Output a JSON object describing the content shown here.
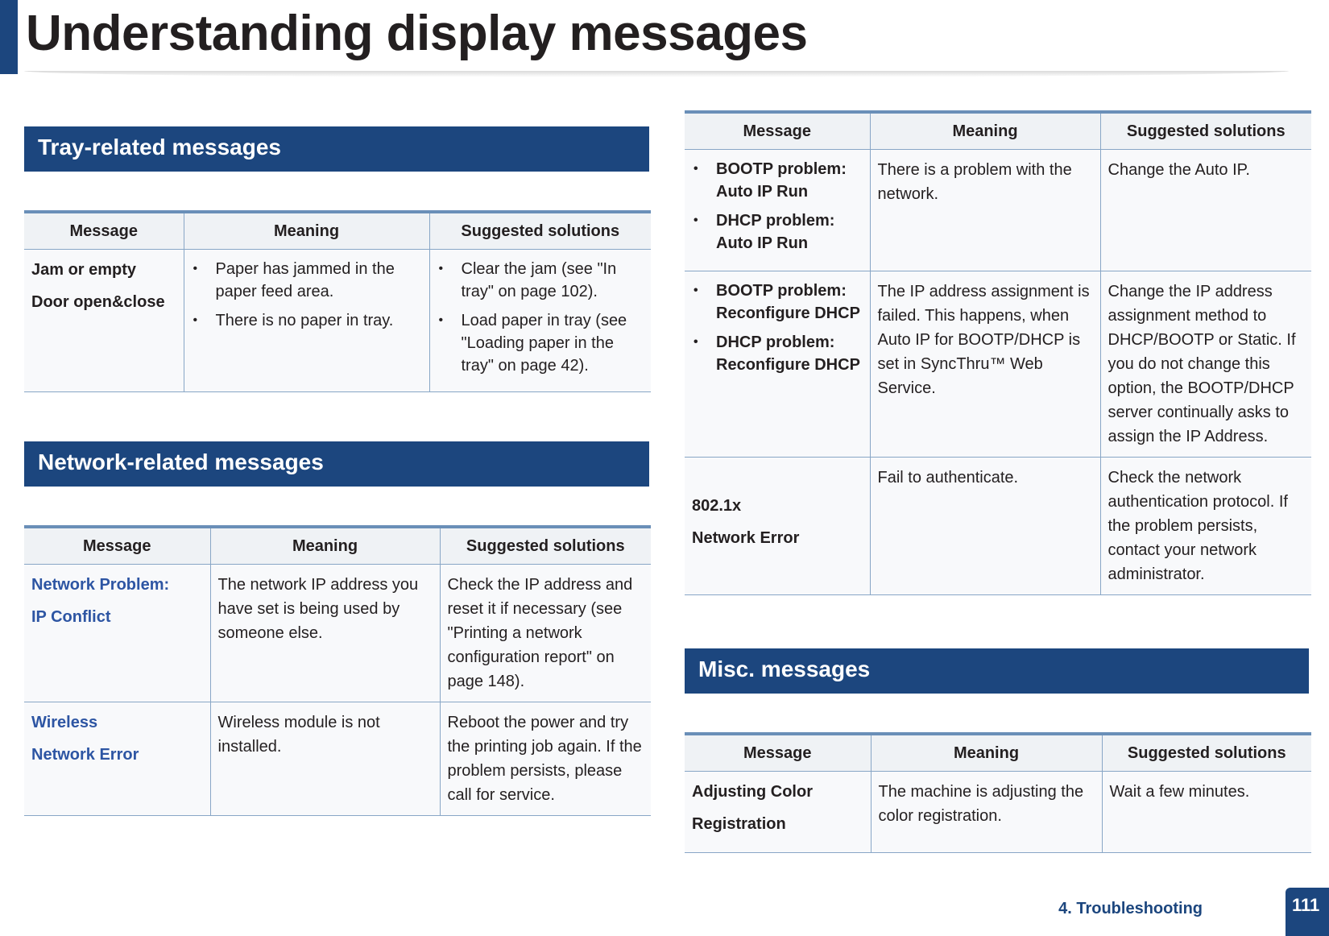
{
  "page": {
    "title": "Understanding display messages",
    "footer": {
      "chapter": "4. Troubleshooting",
      "page_number": "111"
    }
  },
  "colors": {
    "brand_blue": "#1c467e",
    "table_rule": "#6a8fb8",
    "link_blue": "#2d55a3"
  },
  "tray": {
    "heading": "Tray-related messages",
    "headers": [
      "Message",
      "Meaning",
      "Suggested solutions"
    ],
    "rows": [
      {
        "message": [
          "Jam or empty",
          "Door open&close"
        ],
        "meaning": [
          "Paper has jammed in the paper feed area.",
          "There is no paper in tray."
        ],
        "solutions": [
          "Clear the jam (see \"In tray\" on page 102).",
          "Load paper in tray (see \"Loading paper in the tray\" on page 42)."
        ]
      }
    ]
  },
  "network": {
    "heading": "Network-related messages",
    "headers": [
      "Message",
      "Meaning",
      "Suggested solutions"
    ],
    "rows": [
      {
        "message": [
          "Network Problem:",
          "IP Conflict"
        ],
        "meaning": "The network IP address you have set is being used by someone else.",
        "solution": "Check the IP address and reset it if necessary (see \"Printing a network configuration report\" on page 148)."
      },
      {
        "message": [
          "Wireless",
          "Network Error"
        ],
        "meaning": "Wireless module is not installed.",
        "solution": "Reboot the power and try the printing job again. If the problem persists, please call for service."
      }
    ]
  },
  "network_cont": {
    "headers": [
      "Message",
      "Meaning",
      "Suggested solutions"
    ],
    "rows": [
      {
        "message": [
          {
            "label": "BOOTP problem:",
            "sub": "Auto IP Run"
          },
          {
            "label": "DHCP problem:",
            "sub": "Auto IP Run"
          }
        ],
        "meaning": "There is a problem with the network.",
        "solution": "Change the Auto IP."
      },
      {
        "message": [
          {
            "label": "BOOTP problem:",
            "sub": "Reconfigure DHCP"
          },
          {
            "label": "DHCP problem:",
            "sub": "Reconfigure DHCP"
          }
        ],
        "meaning": "The IP address assignment is failed. This happens, when Auto IP for BOOTP/DHCP is set in SyncThru™ Web Service.",
        "solution": "Change the IP address assignment method to DHCP/BOOTP or Static. If you do not change this option, the BOOTP/DHCP server continually asks to assign the IP Address."
      },
      {
        "message": [
          "802.1x",
          "Network Error"
        ],
        "meaning": "Fail to authenticate.",
        "solution": "Check the network authentication protocol. If the problem persists, contact your network administrator."
      }
    ]
  },
  "misc": {
    "heading": "Misc. messages",
    "headers": [
      "Message",
      "Meaning",
      "Suggested solutions"
    ],
    "rows": [
      {
        "message": [
          "Adjusting Color",
          "Registration"
        ],
        "meaning": "The machine is adjusting the color registration.",
        "solution": "Wait a few minutes."
      }
    ]
  }
}
